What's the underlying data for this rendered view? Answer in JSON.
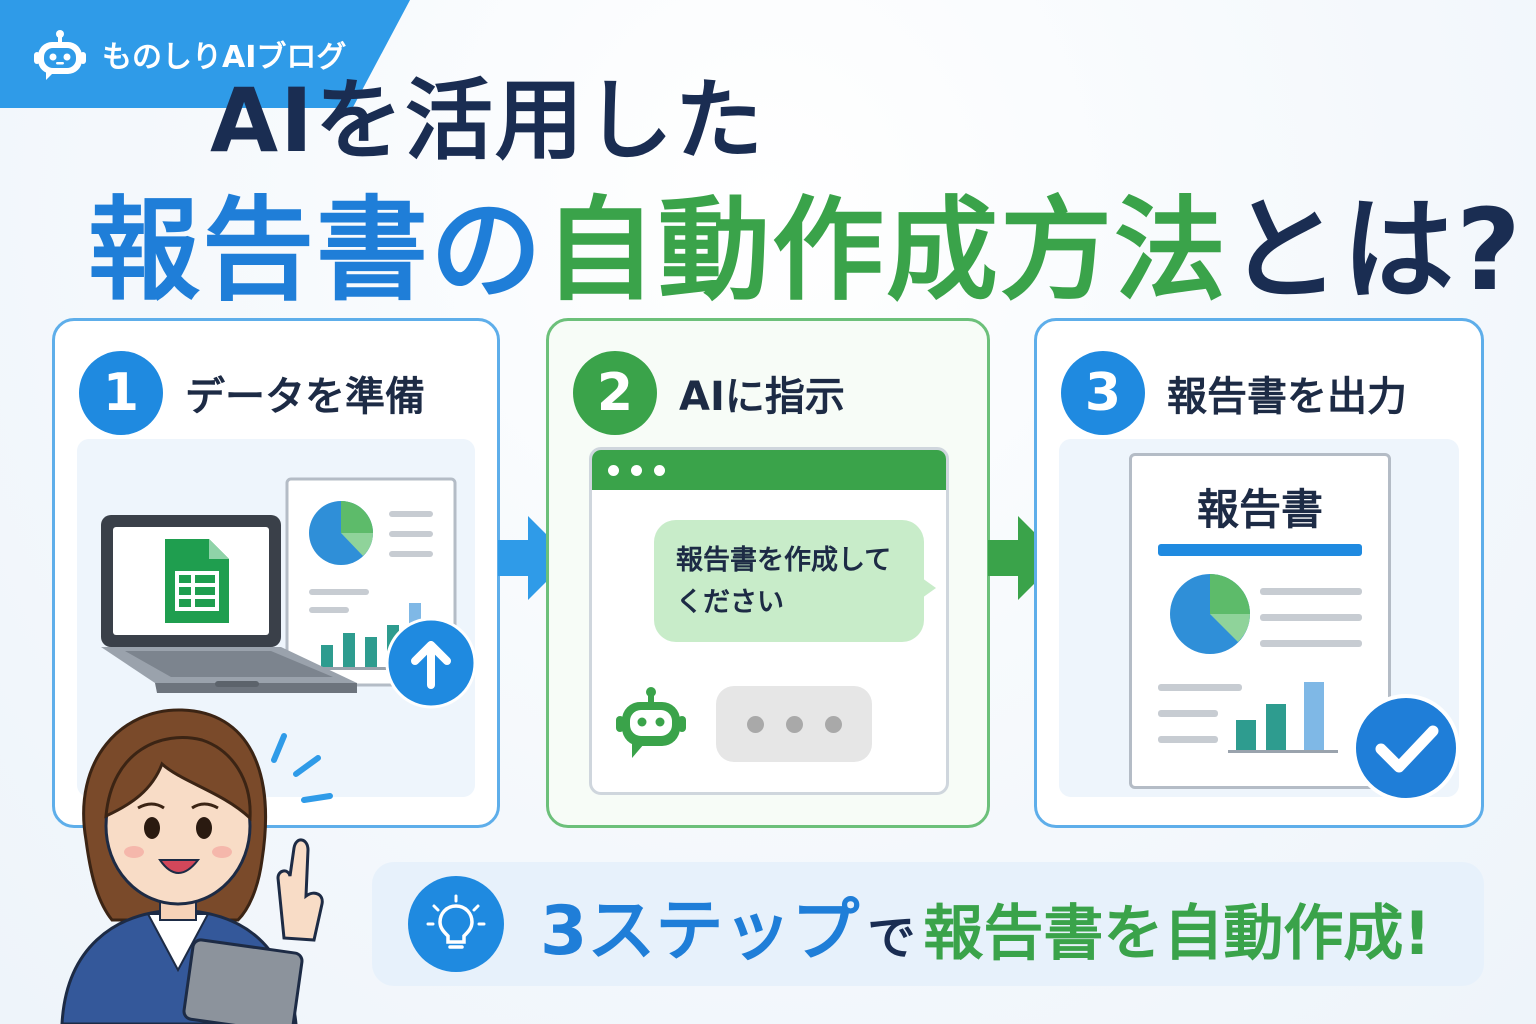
{
  "badge": {
    "title": "ものしりAIブログ",
    "icon": "robot-icon"
  },
  "headline": {
    "line1": "AIを活用した",
    "line2_part1": "報告書",
    "line2_part2": "の",
    "line2_part3": "自動作成方法",
    "line2_part4": "とは?"
  },
  "steps": [
    {
      "number": "1",
      "label": "データを準備",
      "icons": [
        "laptop-icon",
        "spreadsheet-icon",
        "chart-document-icon",
        "upload-icon"
      ]
    },
    {
      "number": "2",
      "label": "AIに指示",
      "chat_message": "報告書を作成してください",
      "icons": [
        "browser-window-icon",
        "robot-icon",
        "typing-indicator-icon"
      ]
    },
    {
      "number": "3",
      "label": "報告書を出力",
      "document_title": "報告書",
      "icons": [
        "report-document-icon",
        "check-icon"
      ]
    }
  ],
  "banner": {
    "part1": "3ステップ",
    "part2": "で",
    "part3": "報告書を自動作成!",
    "icon": "lightbulb-icon"
  },
  "colors": {
    "accent_blue": "#1f7ed8",
    "accent_green": "#3aa34a",
    "navy": "#1a2d52",
    "badge_blue": "#2f9be8"
  }
}
